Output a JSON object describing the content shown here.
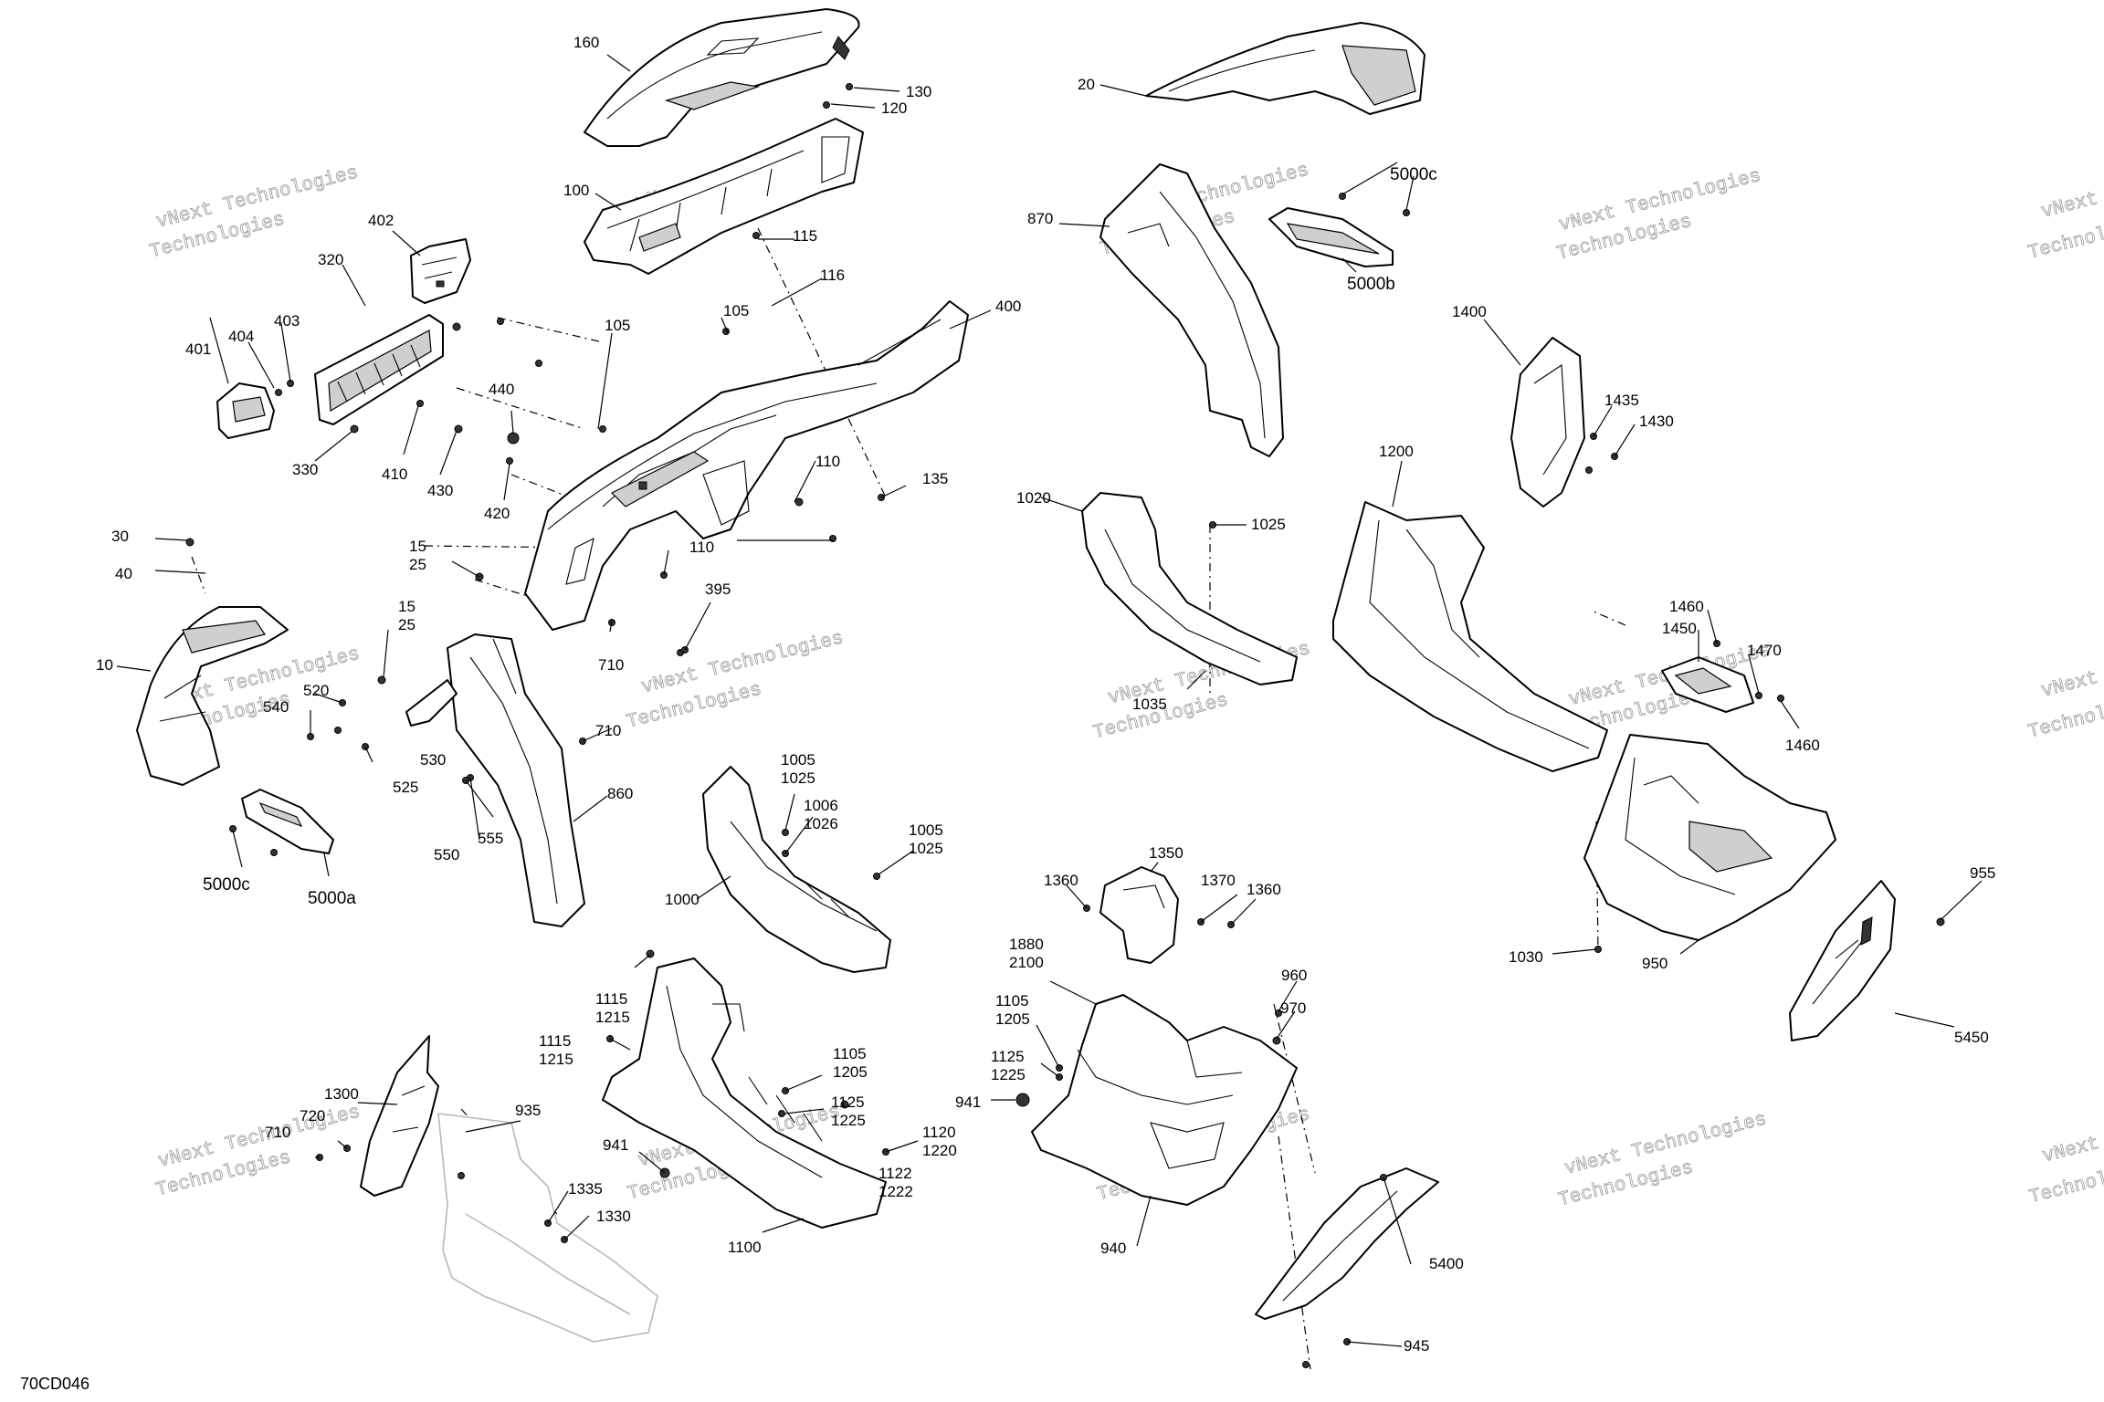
{
  "diagram_code": "70CD046",
  "watermark": {
    "line1": "vNext Technologies",
    "line2": "Technologies"
  },
  "callouts": {
    "c160": "160",
    "c130": "130",
    "c120": "120",
    "c100": "100",
    "c115": "115",
    "c116": "116",
    "c105a": "105",
    "c105b": "105",
    "c400": "400",
    "c402": "402",
    "c320": "320",
    "c404": "404",
    "c403": "403",
    "c401": "401",
    "c330": "330",
    "c410": "410",
    "c430": "430",
    "c440": "440",
    "c420": "420",
    "c110a": "110",
    "c110b": "110",
    "c135": "135",
    "c30": "30",
    "c40": "40",
    "c15a": "15",
    "c25a": "25",
    "c15b": "15",
    "c25b": "25",
    "c395": "395",
    "c710a": "710",
    "c710b": "710",
    "c10": "10",
    "c520": "520",
    "c540": "540",
    "c530": "530",
    "c525": "525",
    "c860": "860",
    "c550": "550",
    "c555": "555",
    "c5000c_left": "5000c",
    "c5000a": "5000a",
    "c1005a": "1005",
    "c1025a": "1025",
    "c1006": "1006",
    "c1026": "1026",
    "c1005b": "1005",
    "c1025b": "1025",
    "c1000": "1000",
    "c1115a": "1115",
    "c1215a": "1215",
    "c1115b": "1115",
    "c1215b": "1215",
    "c1105a": "1105",
    "c1205a": "1205",
    "c1125a": "1125",
    "c1225a": "1225",
    "c1120": "1120",
    "c1220": "1220",
    "c1122": "1122",
    "c1222": "1222",
    "c941a": "941",
    "c1100": "1100",
    "c1300": "1300",
    "c720": "720",
    "c710c": "710",
    "c935": "935",
    "c1335": "1335",
    "c1330": "1330",
    "c20": "20",
    "c5000c_right": "5000c",
    "c5000b": "5000b",
    "c870": "870",
    "c1020": "1020",
    "c1025c": "1025",
    "c1035": "1035",
    "c1200": "1200",
    "c1400": "1400",
    "c1435": "1435",
    "c1430": "1430",
    "c1460a": "1460",
    "c1450": "1450",
    "c1470": "1470",
    "c1460b": "1460",
    "c955": "955",
    "c1030": "1030",
    "c950": "950",
    "c5450": "5450",
    "c1350": "1350",
    "c1360a": "1360",
    "c1370": "1370",
    "c1360b": "1360",
    "c1880": "1880",
    "c2100": "2100",
    "c1105b": "1105",
    "c1205b": "1205",
    "c1125b": "1125",
    "c1225b": "1225",
    "c941b": "941",
    "c960": "960",
    "c970": "970",
    "c940": "940",
    "c5400": "5400",
    "c945": "945"
  }
}
